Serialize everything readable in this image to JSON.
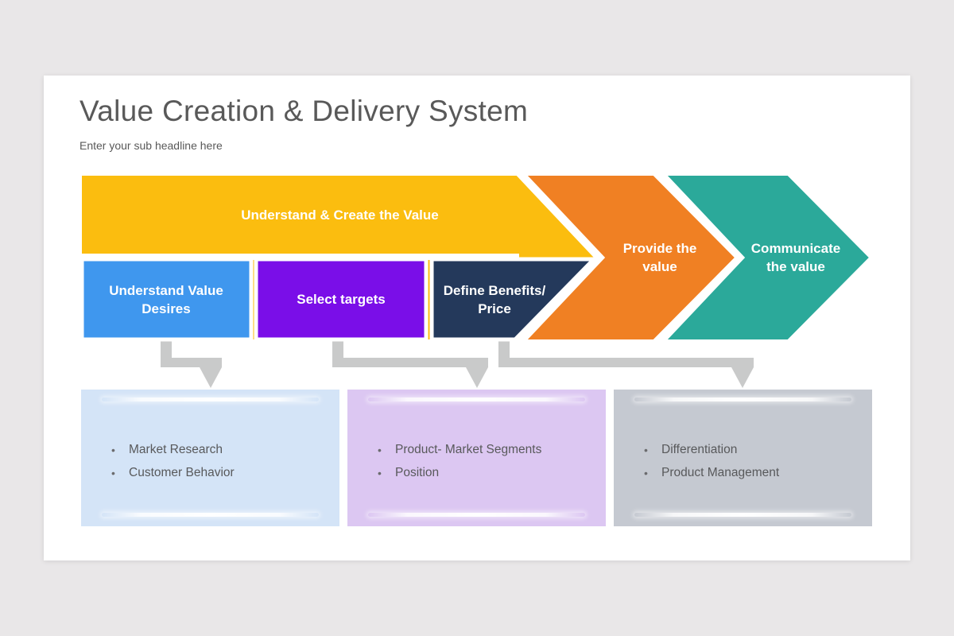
{
  "slide": {
    "title": "Value Creation & Delivery System",
    "subtitle": "Enter your sub headline here"
  },
  "colors": {
    "page_bg": "#e9e7e8",
    "card_bg": "#ffffff",
    "title_text": "#595959",
    "bullet_text": "#58595b",
    "label_text": "#ffffff",
    "yellow": "#fbbd0f",
    "orange": "#f08023",
    "teal": "#2ba99a",
    "blue": "#3f97ee",
    "purple": "#7a0ee8",
    "navy": "#24395b",
    "detail_blue": "#d4e4f7",
    "detail_purple": "#dcc7f2",
    "detail_gray": "#c5c9d1",
    "connector": "#c9caca"
  },
  "main_stages": [
    {
      "label": "Understand & Create the Value"
    },
    {
      "label": "Provide the value"
    },
    {
      "label": "Communicate the value"
    }
  ],
  "sub_stages": [
    {
      "label": "Understand Value Desires"
    },
    {
      "label": "Select targets"
    },
    {
      "label": "Define Benefits/ Price"
    }
  ],
  "detail_boxes": [
    {
      "bullets": [
        "Market Research",
        "Customer Behavior"
      ]
    },
    {
      "bullets": [
        "Product- Market Segments",
        "Position"
      ]
    },
    {
      "bullets": [
        "Differentiation",
        "Product Management"
      ]
    }
  ]
}
